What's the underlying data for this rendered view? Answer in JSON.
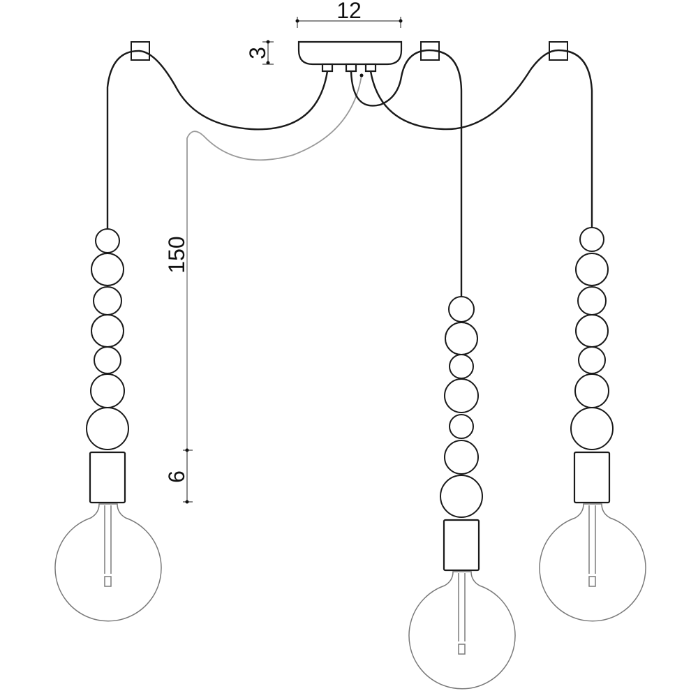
{
  "dimensions": {
    "canopy_width": "12",
    "canopy_height": "3",
    "cable_length": "150",
    "socket_height": "6"
  }
}
